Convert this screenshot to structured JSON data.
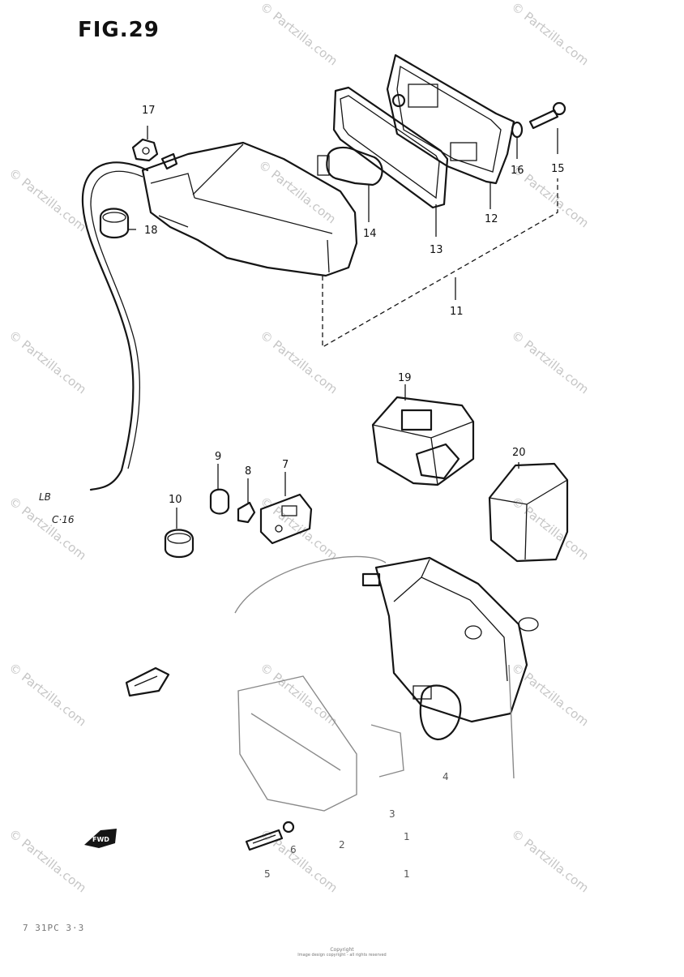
{
  "figure": {
    "title": "FIG.29"
  },
  "callouts": {
    "c1": "1",
    "c2": "2",
    "c3": "3",
    "c4": "4",
    "c5": "5",
    "c6": "6",
    "c7": "7",
    "c8": "8",
    "c9": "9",
    "c10": "10",
    "c11": "11",
    "c12": "12",
    "c13": "13",
    "c14": "14",
    "c15": "15",
    "c16": "16",
    "c17": "17",
    "c18": "18",
    "c19": "19",
    "c20": "20"
  },
  "wire_labels": {
    "lbl_a": "LB",
    "lbl_b": "C·16"
  },
  "watermark": {
    "text": "© Partzilla.com"
  },
  "corner_code": "7 31PC 3·3",
  "footer": {
    "line1": "Copyright",
    "line2": "Image design copyright - all rights reserved"
  },
  "fwd_arrow": {
    "text": "FWD"
  },
  "colors": {
    "ink": "#151515",
    "watermark": "#c6c6c6",
    "background": "#ffffff"
  }
}
